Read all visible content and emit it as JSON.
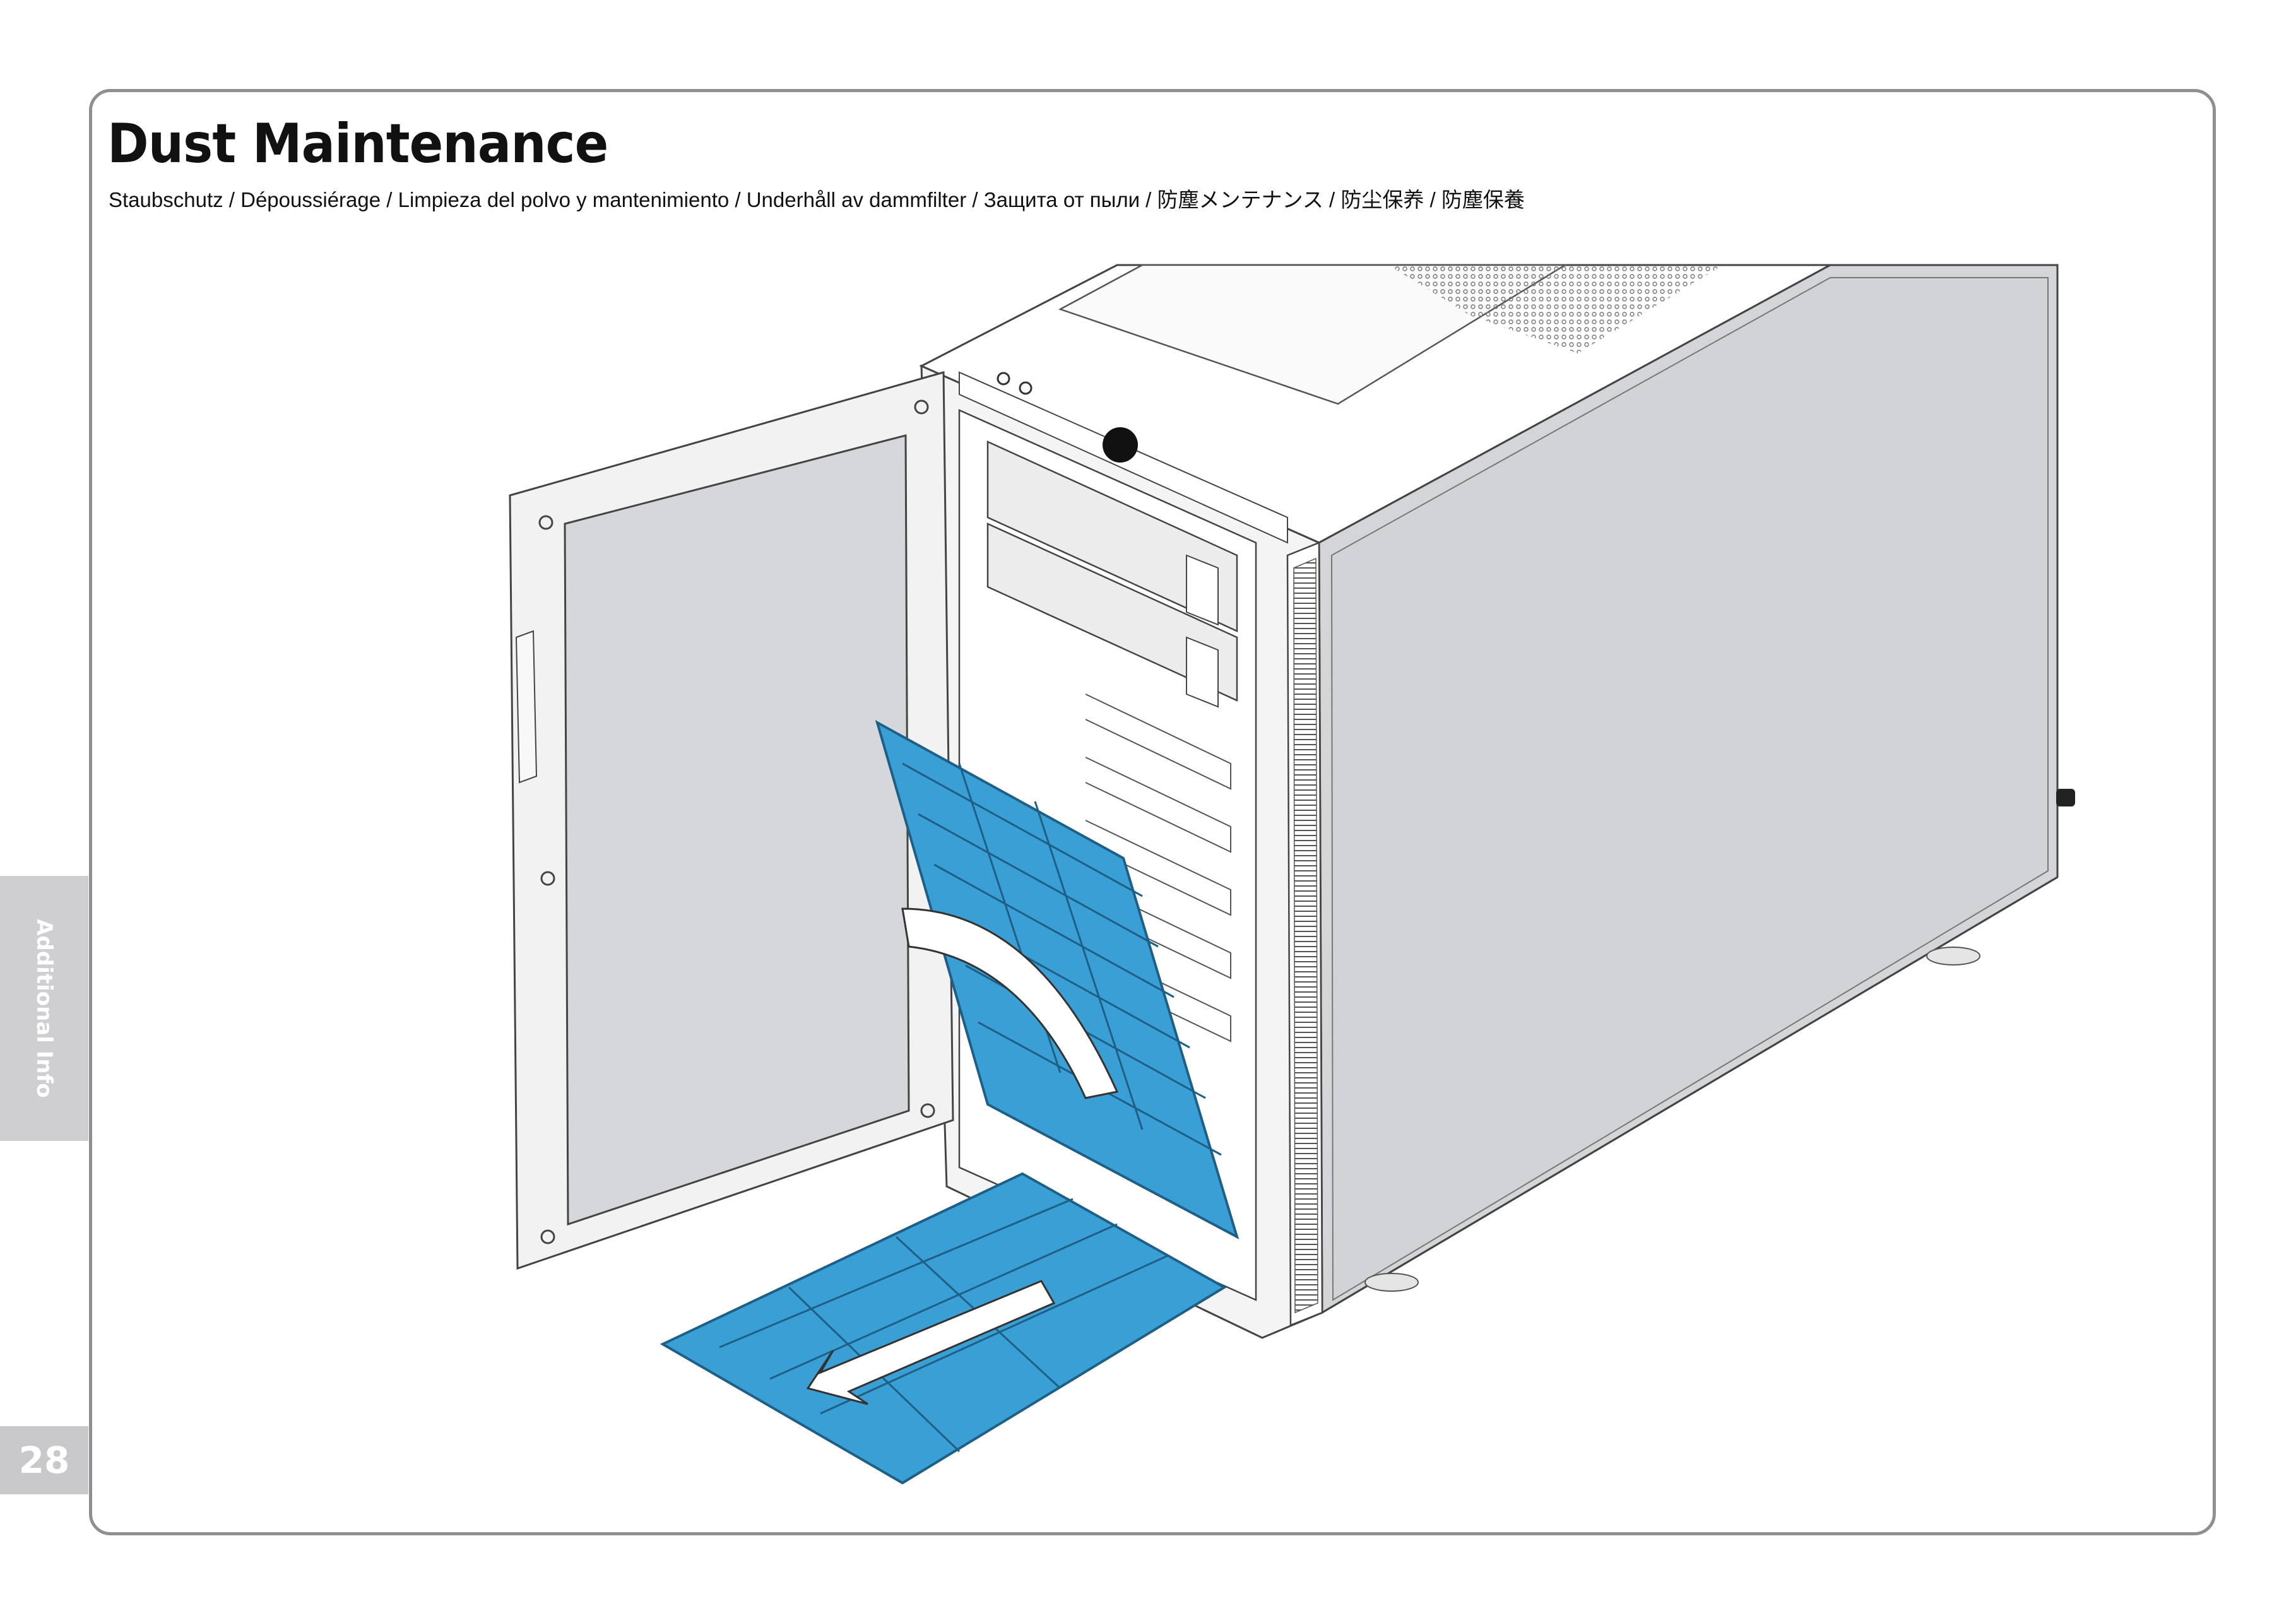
{
  "page": {
    "title": "Dust Maintenance",
    "subtitle": "Staubschutz / Dépoussiérage / Limpieza del polvo y mantenimiento / Underhåll av dammfilter / Защита от пыли / 防塵メンテナンス / 防尘保养 / 防塵保養",
    "section_tab": "Additional Info",
    "page_number": "28"
  },
  "illustration": {
    "subject": "pc-case-front-door-open-with-dust-filters-removed",
    "filter_color": "#3a9fd4",
    "case_color": "#d2d3d6",
    "arrows": [
      "swing-arrow",
      "pull-out-arrow"
    ]
  }
}
